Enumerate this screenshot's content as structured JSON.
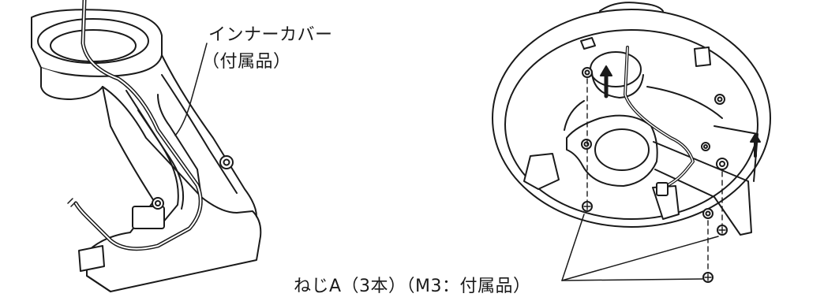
{
  "labels": {
    "inner_cover_name": "インナーカバー",
    "inner_cover_note": "（付属品）",
    "screw_a": "ねじA（3本）（M3：付属品）"
  }
}
